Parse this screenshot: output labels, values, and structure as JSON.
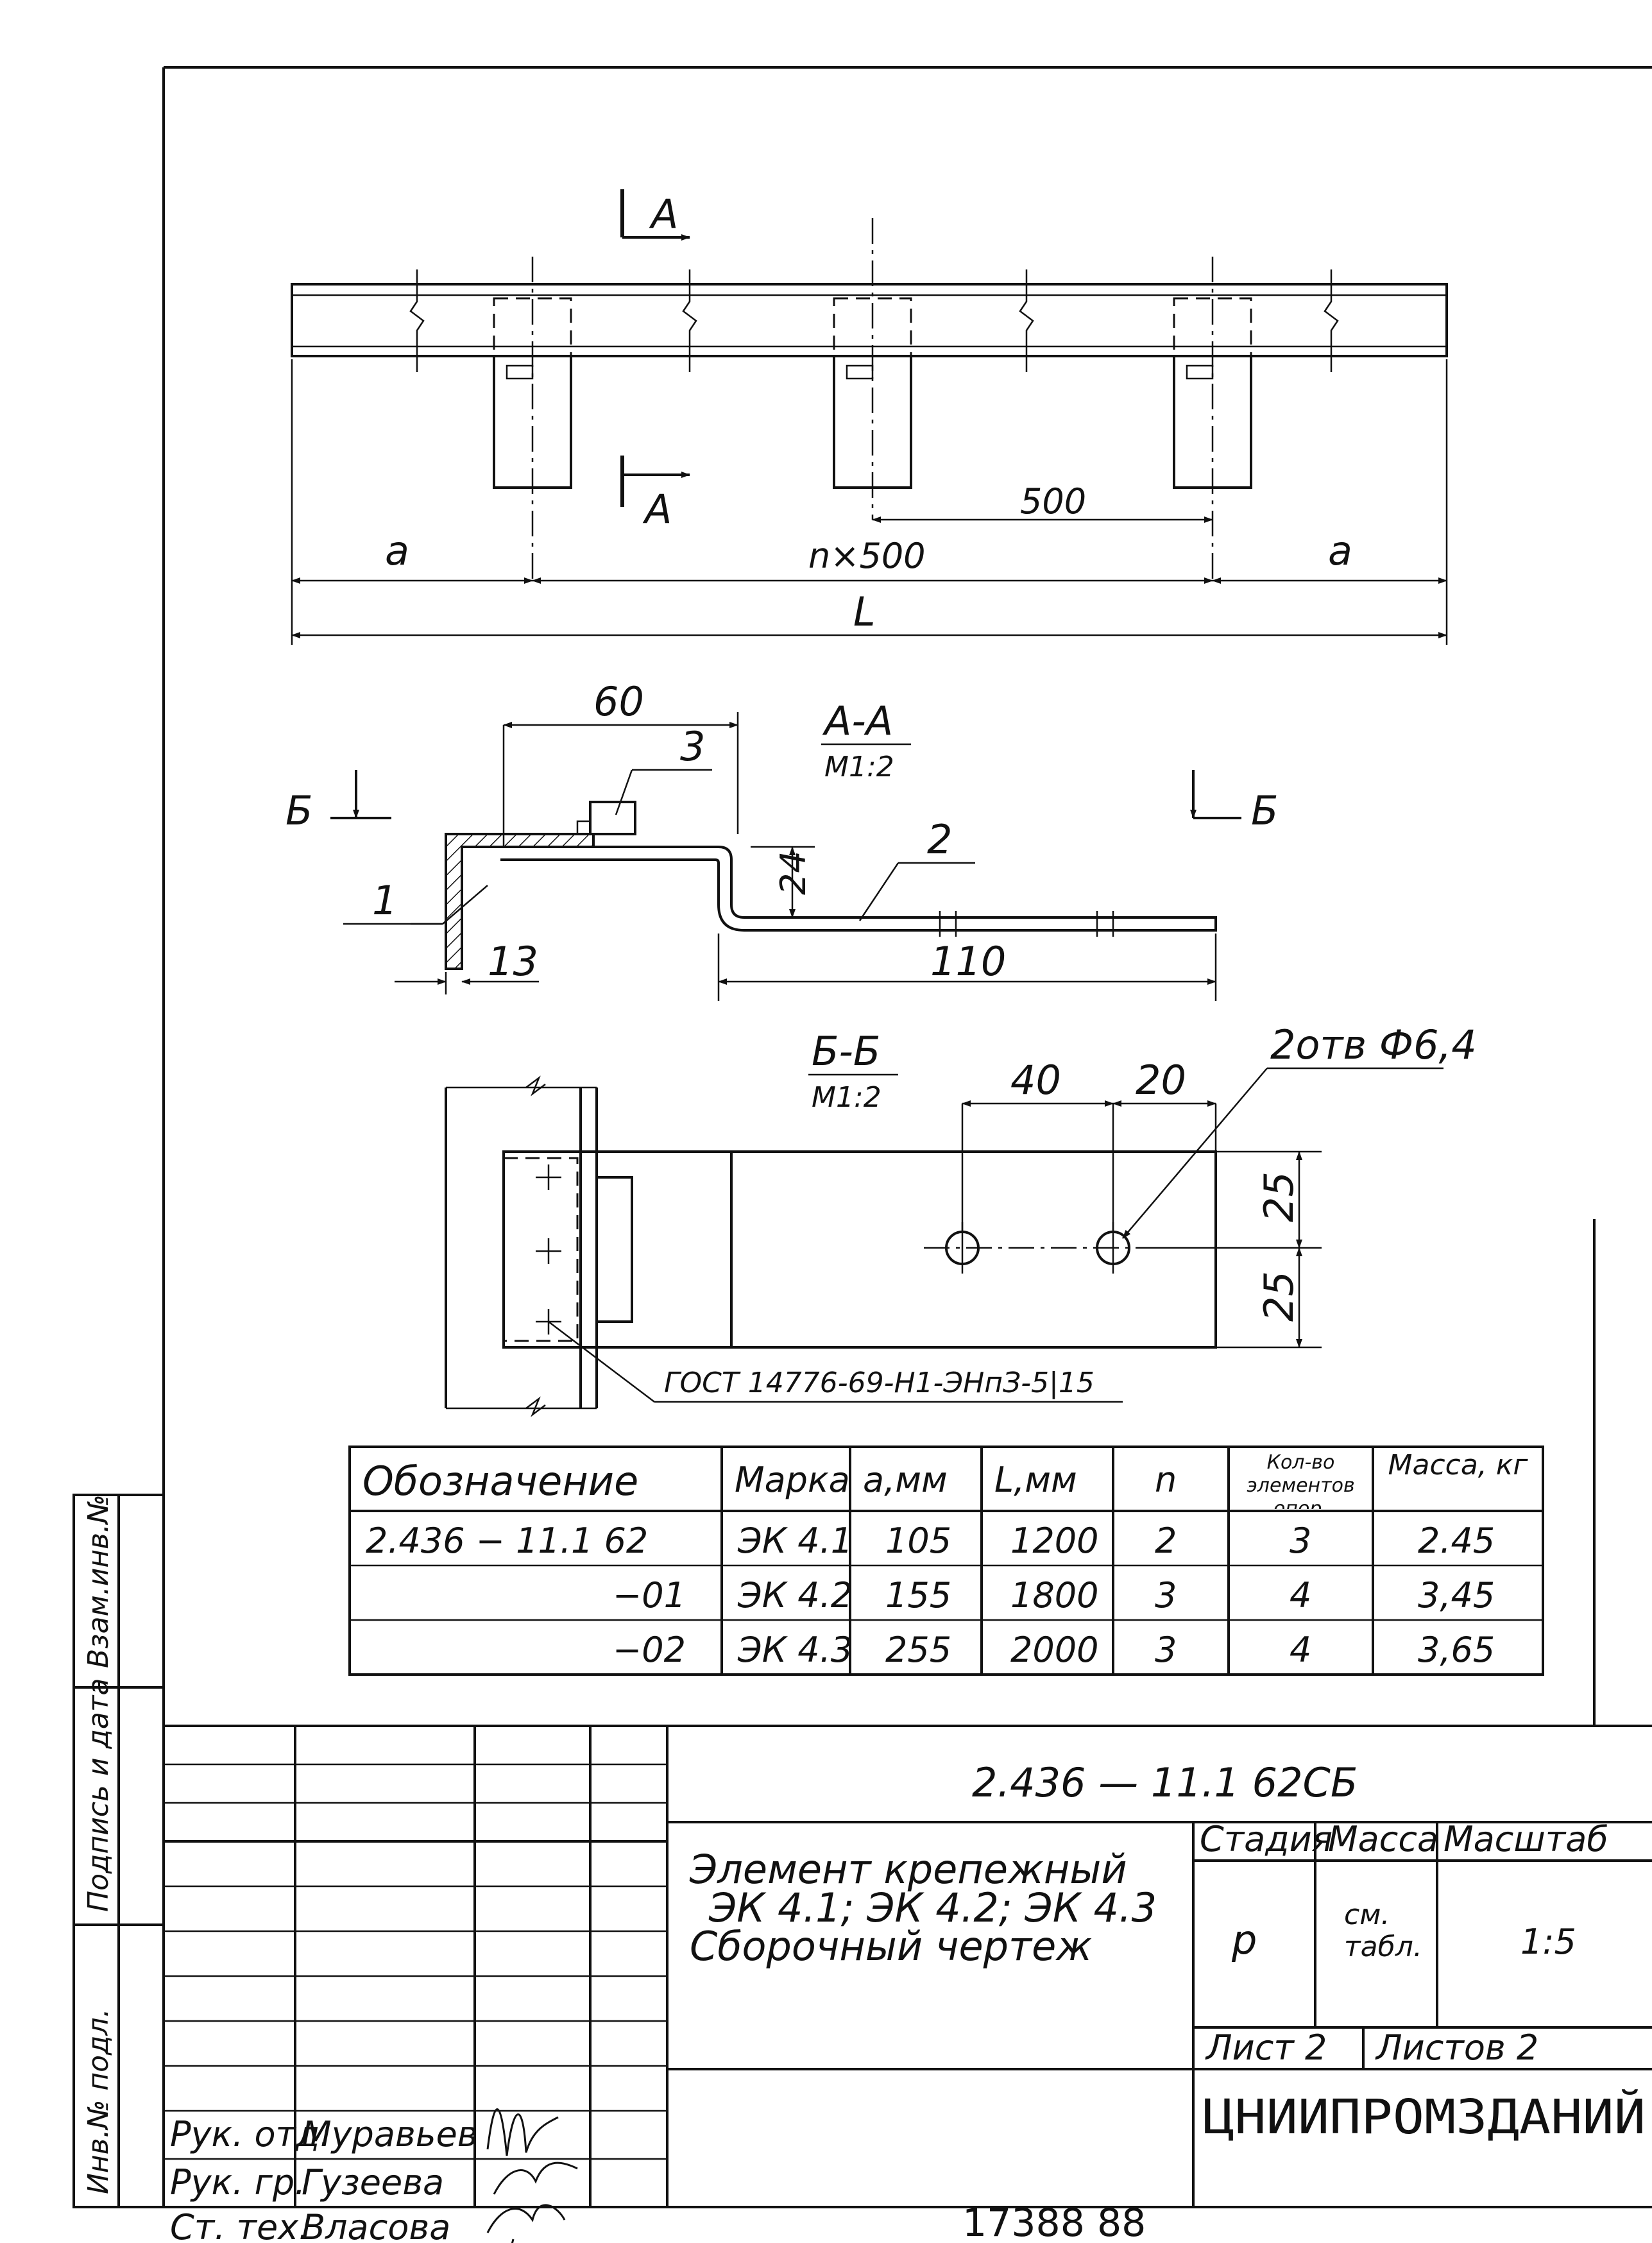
{
  "views": {
    "top": {
      "section_mark": "А",
      "dim_a": "a",
      "dim_pitch": "n×500",
      "dim_500": "500",
      "dim_L": "L"
    },
    "section_aa": {
      "title": "А-А",
      "scale": "М1:2",
      "mark_b": "Б",
      "dim_60": "60",
      "dim_24": "24",
      "dim_13": "13",
      "dim_110": "110",
      "pos_1": "1",
      "pos_2": "2",
      "pos_3": "3"
    },
    "section_bb": {
      "title": "Б-Б",
      "scale": "М1:2",
      "dim_40": "40",
      "dim_20": "20",
      "dim_25_top": "25",
      "dim_25_bottom": "25",
      "holes_note": "2отв Ф6,4",
      "weld_note": "ГОСТ 14776-69-Н1-ЭНпЗ-5|15"
    }
  },
  "spec_table": {
    "headers": [
      "Обозначение",
      "Марка",
      "a,мм",
      "L,мм",
      "n",
      "Кол-во элементов опор.",
      "Масса, кг"
    ],
    "rows": [
      [
        "2.436 − 11.1 62",
        "ЭК 4.1",
        "105",
        "1200",
        "2",
        "3",
        "2.45"
      ],
      [
        "−01",
        "ЭК 4.2",
        "155",
        "1800",
        "3",
        "4",
        "3,45"
      ],
      [
        "−02",
        "ЭК 4.3",
        "255",
        "2000",
        "3",
        "4",
        "3,65"
      ]
    ]
  },
  "left_stamp": {
    "field_1": "Взам.инв.№",
    "field_2": "Подпись и дата",
    "field_3": "Инв.№ подл."
  },
  "title_block": {
    "doc_code": "2.436 — 11.1 62СБ",
    "name_line1": "Элемент крепежный",
    "name_line2": "ЭК 4.1; ЭК 4.2; ЭК 4.3",
    "name_line3": "Сборочный чертеж",
    "stage_label": "Стадия",
    "mass_label": "Масса",
    "scale_label": "Масштаб",
    "stage_value": "р",
    "mass_value": "см. табл.",
    "scale_value": "1:5",
    "sheet": "Лист 2",
    "sheets": "Листов 2",
    "organization": "ЦНИИПРОМЗДАНИЙ",
    "people": [
      {
        "role": "Рук. отд.",
        "name": "Муравьев"
      },
      {
        "role": "Рук. гр.",
        "name": "Гузеева"
      },
      {
        "role": "Ст. тех.",
        "name": "Власова"
      }
    ]
  },
  "footer_number": "17388 88"
}
